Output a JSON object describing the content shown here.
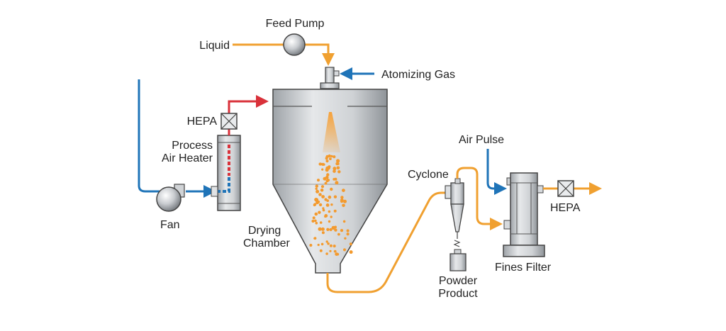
{
  "labels": {
    "feed_pump": "Feed Pump",
    "liquid": "Liquid",
    "atomizing_gas": "Atomizing Gas",
    "hepa_left": "HEPA",
    "process_air_heater_line1": "Process",
    "process_air_heater_line2": "Air Heater",
    "fan": "Fan",
    "drying_chamber_line1": "Drying",
    "drying_chamber_line2": "Chamber",
    "cyclone": "Cyclone",
    "air_pulse": "Air Pulse",
    "hepa_right": "HEPA",
    "fines_filter": "Fines Filter",
    "powder_product_line1": "Powder",
    "powder_product_line2": "Product"
  },
  "colors": {
    "liquid_flow": "#f0a030",
    "gas_flow": "#1f74b8",
    "hot_air": "#d9313a",
    "equipment": "#c8ccd0",
    "equipment_dark": "#8a8f94",
    "outline": "#444444"
  }
}
